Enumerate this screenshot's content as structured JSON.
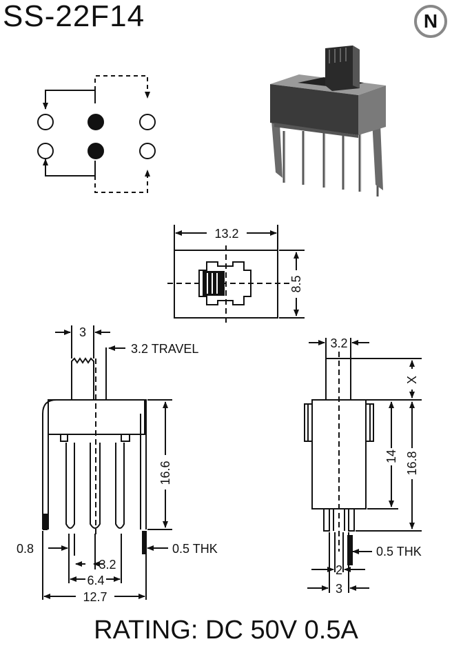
{
  "title": "SS-22F14",
  "logo": {
    "letter": "N"
  },
  "rating": "RATING: DC 50V 0.5A",
  "top_view": {
    "width_label": "13.2",
    "height_label": "8.5"
  },
  "front_view": {
    "actuator_width": "3",
    "travel": "3.2 TRAVEL",
    "height": "16.6",
    "pin_width": "0.8",
    "pin_pitch": "3.2",
    "outer_pitch": "6.4",
    "overall_width": "12.7",
    "thickness": "0.5 THK"
  },
  "side_view": {
    "actuator_width": "3.2",
    "actuator_height": "X",
    "body_height": "14",
    "overall_height": "16.8",
    "thickness": "0.5 THK",
    "pin_gap": "2",
    "pin_span": "3"
  },
  "colors": {
    "ink": "#111111",
    "photo_dark": "#3a3a3a",
    "photo_mid": "#8a8a8a"
  }
}
